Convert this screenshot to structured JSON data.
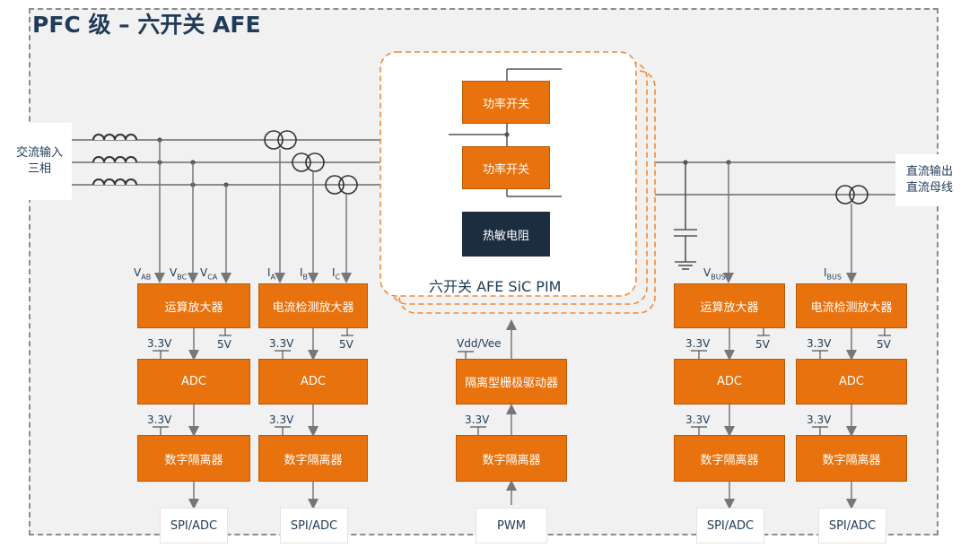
{
  "title": "PFC 级 – 六开关 AFE",
  "input": {
    "line1": "交流输入",
    "line2": "三相"
  },
  "output": {
    "line1": "直流输出",
    "line2": "直流母线"
  },
  "pim": {
    "label": "六开关 AFE SiC PIM",
    "switch1": "功率开关",
    "switch2": "功率开关",
    "thermistor": "热敏电阻"
  },
  "signals": {
    "v_ab": {
      "main": "V",
      "sub": "AB"
    },
    "v_bc": {
      "main": "V",
      "sub": "BC"
    },
    "v_ca": {
      "main": "V",
      "sub": "CA"
    },
    "i_a": {
      "main": "I",
      "sub": "A"
    },
    "i_b": {
      "main": "I",
      "sub": "B"
    },
    "i_c": {
      "main": "I",
      "sub": "C"
    },
    "v_bus": {
      "main": "V",
      "sub": "BUS"
    },
    "i_bus": {
      "main": "I",
      "sub": "BUS"
    }
  },
  "rails": {
    "v33": "3.3V",
    "v5": "5V",
    "vdd_vee": "Vdd/Vee"
  },
  "blocks": {
    "op_amp": "运算放大器",
    "current_amp": "电流检测放大器",
    "adc": "ADC",
    "digital_isolator": "数字隔离器",
    "gate_driver": "隔离型栅极驱动器"
  },
  "outputs": {
    "spi_adc": "SPI/ADC",
    "pwm": "PWM"
  },
  "colors": {
    "orange": "#e8720e",
    "navy": "#1f3b57",
    "dark": "#1c2d40",
    "dashed_orange": "#ef8a36"
  }
}
